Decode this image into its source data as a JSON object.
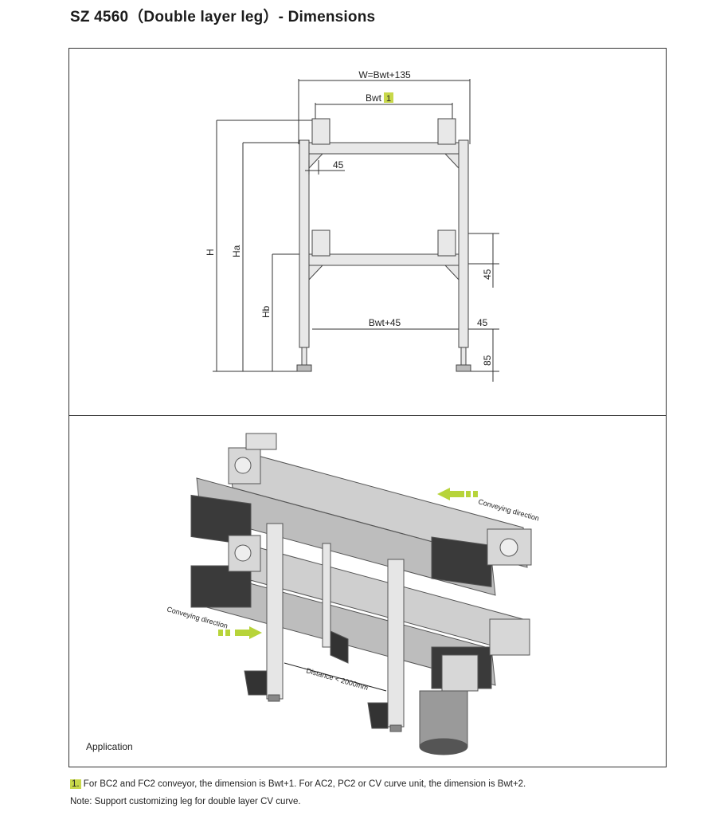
{
  "page_title": "SZ 4560（Double layer leg）- Dimensions",
  "dimensions": {
    "w_label": "W=Bwt+135",
    "bwt_label": "Bwt",
    "bwt_ref": "1",
    "dim_45_top": "45",
    "dim_45_right": "45",
    "dim_45_bottom": "45",
    "dim_bwt45": "Bwt+45",
    "dim_85": "85",
    "h_label": "H",
    "ha_label": "Ha",
    "hb_label": "Hb"
  },
  "application": {
    "label": "Application",
    "conveying_top": "Conveying direction",
    "conveying_left": "Conveying direction",
    "distance": "Distance < 2000mm"
  },
  "notes": {
    "ref": "1.",
    "note1": "For BC2 and FC2 conveyor, the dimension is Bwt+1. For AC2, PC2 or CV curve unit, the dimension is Bwt+2.",
    "note2": "Note: Support customizing leg for double layer CV curve."
  },
  "colors": {
    "highlight": "#c8d84a",
    "arrow": "#b7d43a"
  }
}
